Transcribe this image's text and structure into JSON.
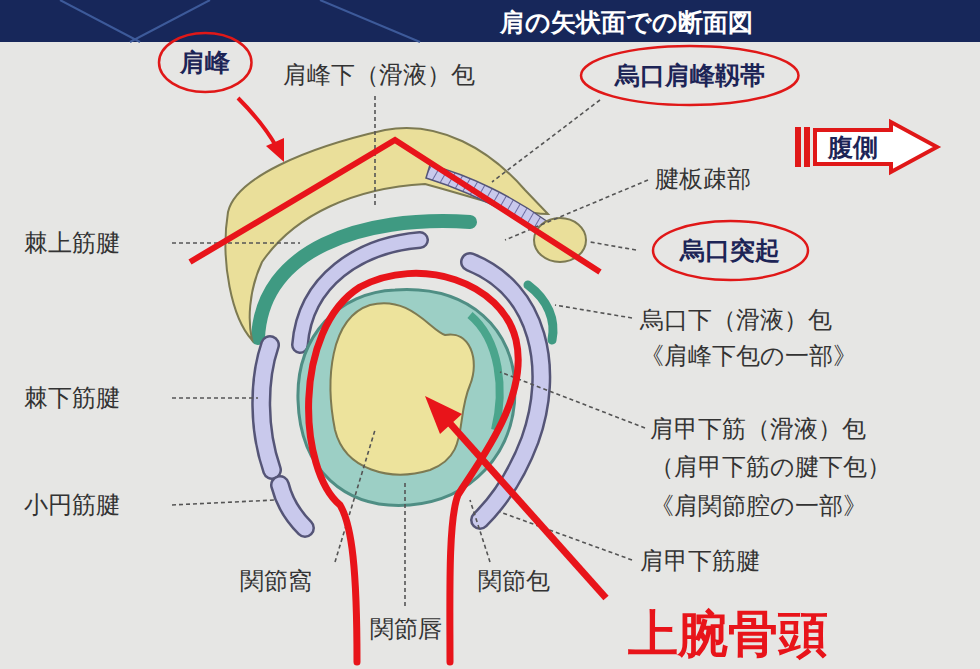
{
  "diagram": {
    "title": "肩の矢状面での断面図",
    "nodes": [
      {
        "text": [
          "肩峰"
        ]
      },
      {
        "text": [
          "烏口肩峰靱帯"
        ]
      },
      {
        "text": [
          "腹側"
        ]
      },
      {
        "text": [
          "烏口突起"
        ]
      }
    ],
    "labels": [
      "肩峰下（滑液）包",
      "腱板疎部",
      "棘上筋腱",
      "烏口下（滑液）包 《肩峰下包の一部》",
      "棘下筋腱",
      "肩甲下筋（滑液）包 （肩甲下筋の腱下包） 《肩関節腔の一部》",
      "小円筋腱",
      "関節窩",
      "関節包",
      "関節唇",
      "肩甲下筋腱",
      "上腕骨頭"
    ]
  }
}
